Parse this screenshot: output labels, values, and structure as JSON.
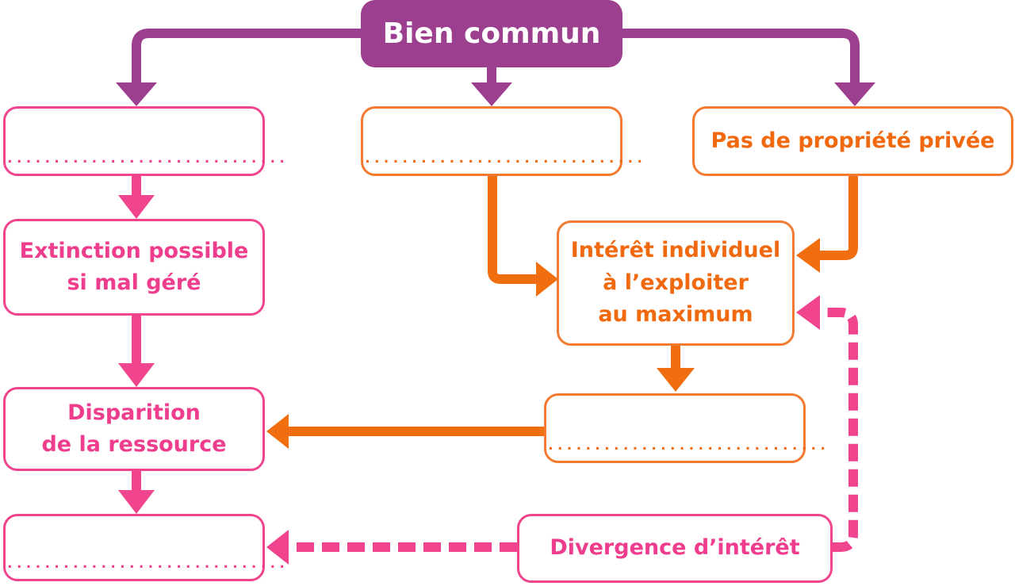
{
  "title": "Bien commun",
  "boxes": {
    "blank_left_top": "..............................",
    "blank_center_top": "..............................",
    "no_private_property": "Pas de propriété privée",
    "extinction": [
      "Extinction possible",
      "si mal géré"
    ],
    "individual_interest": [
      "Intérêt individuel",
      "à l’exploiter",
      "au maximum"
    ],
    "disappearance": [
      "Disparition",
      "de la ressource"
    ],
    "blank_right_middle": "..............................",
    "blank_left_bottom": "..............................",
    "divergence": "Divergence d’intérêt"
  },
  "colors": {
    "title": "#9b3f8e",
    "pink": "#f0448f",
    "orange": "#f47a2f"
  }
}
